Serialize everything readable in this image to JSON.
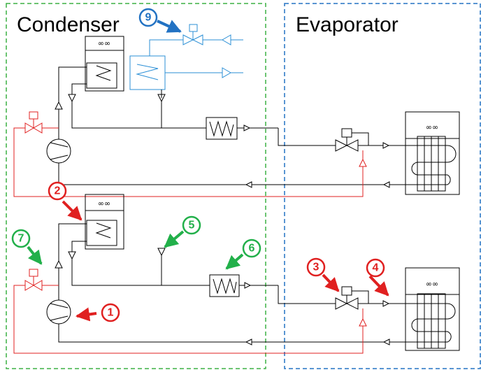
{
  "regions": {
    "condenser": {
      "label": "Condenser"
    },
    "evaporator": {
      "label": "Evaporator"
    }
  },
  "markers": [
    {
      "id": "m1",
      "number": "1",
      "color": "#e02020"
    },
    {
      "id": "m2",
      "number": "2",
      "color": "#e02020"
    },
    {
      "id": "m3",
      "number": "3",
      "color": "#e02020"
    },
    {
      "id": "m4",
      "number": "4",
      "color": "#e02020"
    },
    {
      "id": "m5",
      "number": "5",
      "color": "#22b04a"
    },
    {
      "id": "m6",
      "number": "6",
      "color": "#22b04a"
    },
    {
      "id": "m7",
      "number": "7",
      "color": "#22b04a"
    },
    {
      "id": "m9",
      "number": "9",
      "color": "#2272c3"
    }
  ],
  "fan_symbol": "∞∞",
  "colors": {
    "condenser_border": "#3cb043",
    "evaporator_border": "#2272c3",
    "hot_gas_line": "#e02020",
    "water_loop": "#2b8fd6"
  }
}
